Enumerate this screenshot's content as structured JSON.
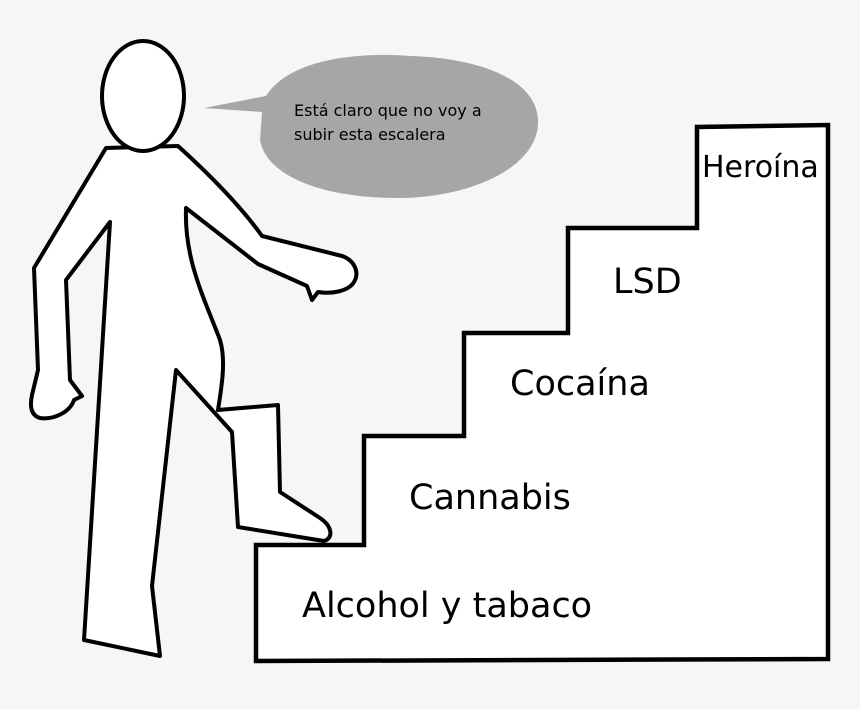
{
  "speech_bubble": {
    "line1": "Está claro que no voy a",
    "line2": "subir esta escalera",
    "fill_color": "#a6a6a6"
  },
  "staircase": {
    "steps": [
      {
        "label": "Alcohol y tabaco"
      },
      {
        "label": "Cannabis"
      },
      {
        "label": "Cocaína"
      },
      {
        "label": "LSD"
      },
      {
        "label": "Heroína"
      }
    ],
    "stroke_color": "#000000",
    "fill_color": "#ffffff"
  },
  "figure": {
    "stroke_color": "#000000",
    "fill_color": "#ffffff"
  },
  "background_color": "#f6f6f6"
}
